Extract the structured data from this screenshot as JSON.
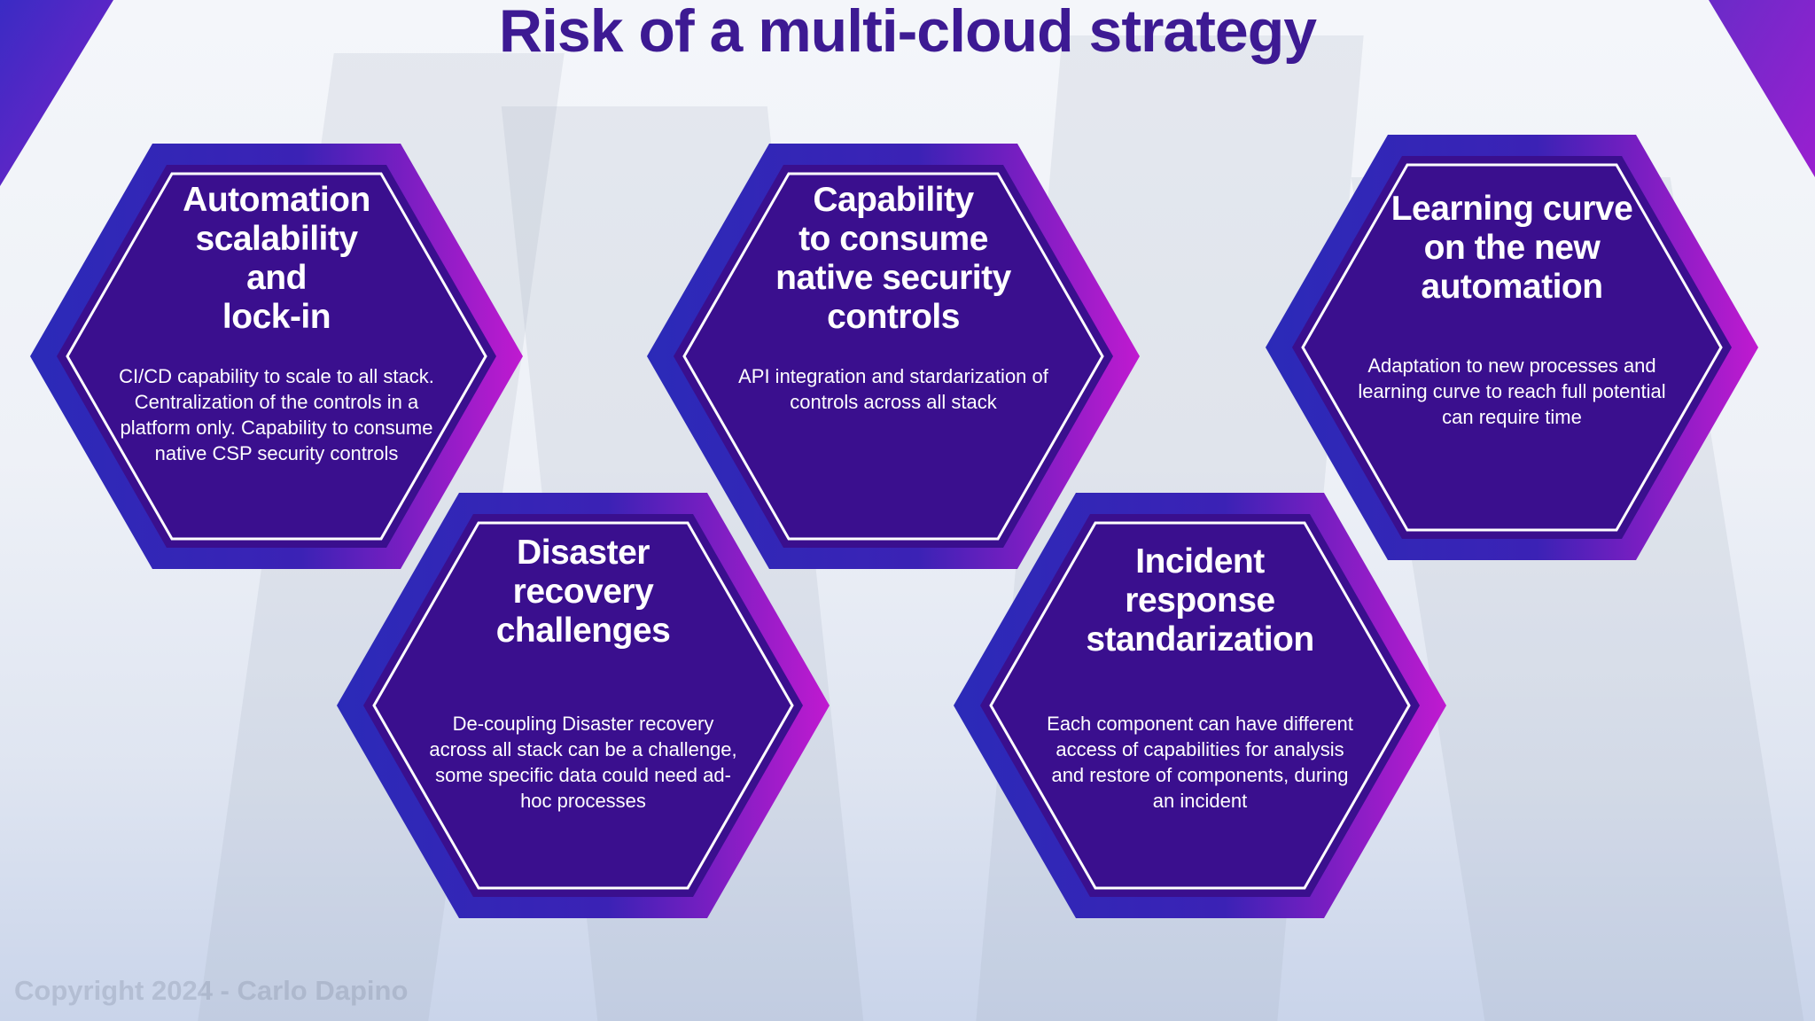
{
  "title": "Risk of a multi-cloud strategy",
  "colors": {
    "title": "#3d1a93",
    "hex_fill": "#3a0f8e",
    "hex_border_from": "#2b2ab8",
    "hex_border_to": "#c01ad0",
    "hex_inner_line": "#ffffff"
  },
  "hexagons": [
    {
      "title": "Automation\nscalability\nand\nlock-in",
      "body": "CI/CD capability to scale to all stack. Centralization of the controls in a platform only. Capability to consume native CSP security controls"
    },
    {
      "title": "Capability\nto consume\nnative security\ncontrols",
      "body": "API integration and stardarization of controls across all stack"
    },
    {
      "title": "Learning curve\non the new\nautomation",
      "body": "Adaptation to new processes and learning curve to reach full potential can require time"
    },
    {
      "title": "Disaster\nrecovery\nchallenges",
      "body": "De-coupling Disaster recovery across all stack can be a challenge, some specific data could need ad-hoc processes"
    },
    {
      "title": "Incident\nresponse\nstandarization",
      "body": "Each component can have different access of capabilities for analysis and restore of components, during an incident"
    }
  ],
  "copyright": "Copyright 2024 - Carlo Dapino"
}
